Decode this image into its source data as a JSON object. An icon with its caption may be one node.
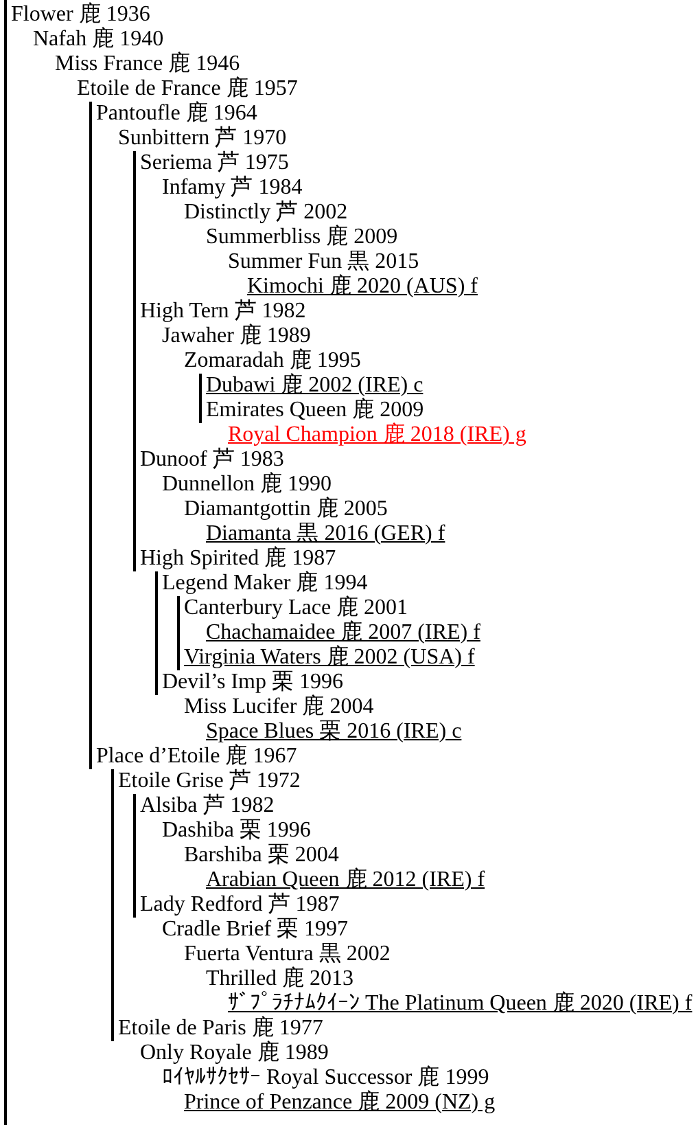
{
  "diagram": {
    "nodes": [
      {
        "text": [
          "Flower 鹿 1936"
        ]
      },
      {
        "text": [
          "Nafah 鹿 1940"
        ]
      },
      {
        "text": [
          "Miss France 鹿 1946"
        ]
      },
      {
        "text": [
          "Etoile de France 鹿 1957"
        ]
      },
      {
        "text": [
          "Pantoufle 鹿 1964"
        ]
      },
      {
        "text": [
          "Sunbittern 芦 1970"
        ]
      },
      {
        "text": [
          "Seriema 芦 1975"
        ]
      },
      {
        "text": [
          "Infamy 芦 1984"
        ]
      },
      {
        "text": [
          "Distinctly 芦 2002"
        ]
      },
      {
        "text": [
          "Summerbliss 鹿 2009"
        ]
      },
      {
        "text": [
          "Summer Fun 黒 2015"
        ]
      },
      {
        "text": [
          "Kimochi 鹿 2020 (AUS) f"
        ]
      },
      {
        "text": [
          "High Tern 芦 1982"
        ]
      },
      {
        "text": [
          "Jawaher 鹿 1989"
        ]
      },
      {
        "text": [
          "Zomaradah 鹿 1995"
        ]
      },
      {
        "text": [
          "Dubawi 鹿 2002 (IRE) c"
        ]
      },
      {
        "text": [
          "Emirates Queen 鹿 2009"
        ]
      },
      {
        "text": [
          "Royal Champion 鹿 2018 (IRE) g"
        ]
      },
      {
        "text": [
          "Dunoof 芦 1983"
        ]
      },
      {
        "text": [
          "Dunnellon 鹿 1990"
        ]
      },
      {
        "text": [
          "Diamantgottin 鹿 2005"
        ]
      },
      {
        "text": [
          "Diamanta 黒 2016 (GER) f"
        ]
      },
      {
        "text": [
          "High Spirited 鹿 1987"
        ]
      },
      {
        "text": [
          "Legend Maker 鹿 1994"
        ]
      },
      {
        "text": [
          "Canterbury Lace 鹿 2001"
        ]
      },
      {
        "text": [
          "Chachamaidee 鹿 2007 (IRE) f"
        ]
      },
      {
        "text": [
          "Virginia Waters 鹿 2002 (USA) f"
        ]
      },
      {
        "text": [
          "Devil’s Imp 栗 1996"
        ]
      },
      {
        "text": [
          "Miss Lucifer 鹿 2004"
        ]
      },
      {
        "text": [
          "Space Blues 栗 2016 (IRE) c"
        ]
      },
      {
        "text": [
          "Place d’Etoile 鹿 1967"
        ]
      },
      {
        "text": [
          "Etoile Grise 芦 1972"
        ]
      },
      {
        "text": [
          "Alsiba 芦 1982"
        ]
      },
      {
        "text": [
          "Dashiba 栗 1996"
        ]
      },
      {
        "text": [
          "Barshiba 栗 2004"
        ]
      },
      {
        "text": [
          "Arabian Queen 鹿 2012 (IRE) f"
        ]
      },
      {
        "text": [
          "Lady Redford 芦 1987"
        ]
      },
      {
        "text": [
          "Cradle Brief 栗 1997"
        ]
      },
      {
        "text": [
          "Fuerta Ventura 黒 2002"
        ]
      },
      {
        "text": [
          "Thrilled 鹿 2013"
        ]
      },
      {
        "text": [
          "ｻﾞﾌﾟﾗﾁﾅﾑｸｲｰﾝ The Platinum Queen 鹿 2020 (IRE) f"
        ]
      },
      {
        "text": [
          "Etoile de Paris 鹿 1977"
        ]
      },
      {
        "text": [
          "Only Royale 鹿 1989"
        ]
      },
      {
        "text": [
          "ﾛｲﾔﾙｻｸｾｻｰ Royal Successor 鹿 1999"
        ]
      },
      {
        "text": [
          "Prince of Penzance 鹿 2009 (NZ) g"
        ]
      }
    ],
    "edges": [
      {
        "from": null,
        "to": 0,
        "arrow": "none"
      },
      {
        "from": 0,
        "to": null,
        "arrow": "none"
      },
      {
        "from": 4,
        "to": 30,
        "arrow": "none"
      },
      {
        "from": 6,
        "to": 12,
        "arrow": "none"
      },
      {
        "from": 12,
        "to": 18,
        "arrow": "none"
      },
      {
        "from": 18,
        "to": 22,
        "arrow": "none"
      },
      {
        "from": 15,
        "to": 16,
        "arrow": "none"
      },
      {
        "from": 23,
        "to": 27,
        "arrow": "none"
      },
      {
        "from": 24,
        "to": 26,
        "arrow": "none"
      },
      {
        "from": 31,
        "to": 41,
        "arrow": "none"
      },
      {
        "from": 32,
        "to": 36,
        "arrow": "none"
      }
    ]
  }
}
